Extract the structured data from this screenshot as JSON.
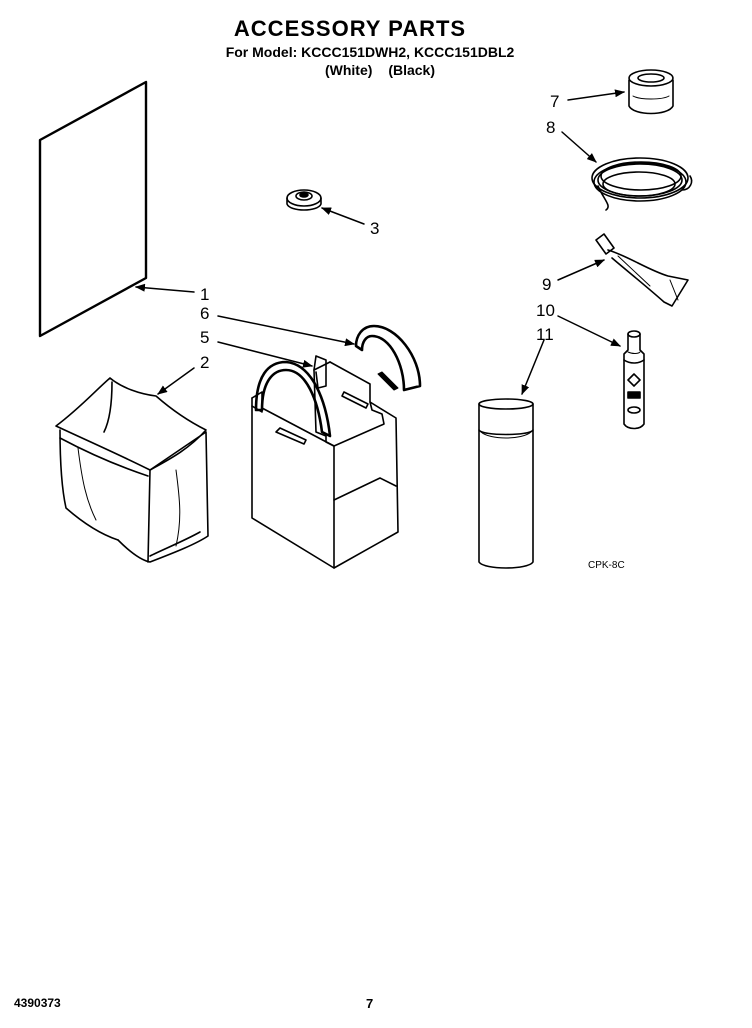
{
  "header": {
    "title": "ACCESSORY PARTS",
    "models_line": "For Model: KCCC151DWH2, KCCC151DBL2",
    "color_white": "(White)",
    "color_black": "(Black)"
  },
  "callouts": {
    "c1": "1",
    "c2": "2",
    "c3": "3",
    "c5": "5",
    "c6": "6",
    "c7": "7",
    "c8": "8",
    "c9": "9",
    "c10": "10",
    "c11": "11"
  },
  "diagram_code": "CPK-8C",
  "footer": {
    "doc_number": "4390373",
    "page_number": "7"
  }
}
